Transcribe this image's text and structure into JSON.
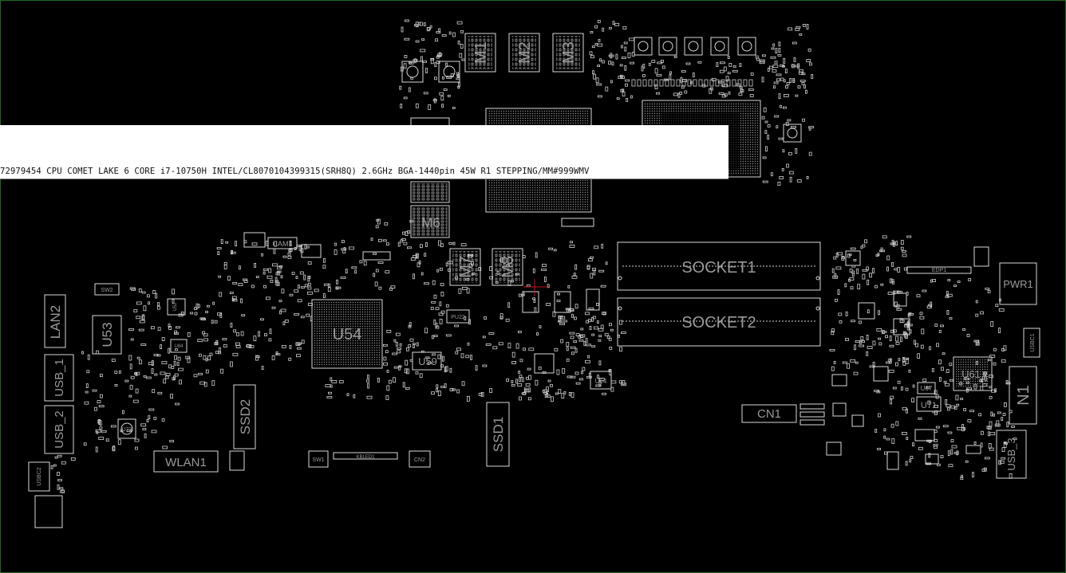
{
  "viewer": {
    "tooltip_text": "72979454 CPU COMET LAKE 6 CORE i7-10750H INTEL/CL8070104399315(SRH8Q) 2.6GHz BGA-1440pin 45W R1 STEPPING/MM#999WMV"
  },
  "colors": {
    "background": "#000000",
    "outline": "#d8d8d8",
    "label": "#9a9a9a",
    "cursor": "#c8141e",
    "tooltip_bg": "#ffffff"
  },
  "components": [
    {
      "id": "m1",
      "label": "M1"
    },
    {
      "id": "m2",
      "label": "M2"
    },
    {
      "id": "m3",
      "label": "M3"
    },
    {
      "id": "m6",
      "label": "M6"
    },
    {
      "id": "m7",
      "label": "M7"
    },
    {
      "id": "m8",
      "label": "M8"
    },
    {
      "id": "socket1",
      "label": "SOCKET1"
    },
    {
      "id": "socket2",
      "label": "SOCKET2"
    },
    {
      "id": "u54",
      "label": "U54"
    },
    {
      "id": "u53",
      "label": "U53"
    },
    {
      "id": "u59",
      "label": "U59"
    },
    {
      "id": "u61",
      "label": "U61"
    },
    {
      "id": "u64",
      "label": "U64"
    },
    {
      "id": "u71",
      "label": "U71"
    },
    {
      "id": "u67",
      "label": "U67"
    },
    {
      "id": "u73",
      "label": "U73"
    },
    {
      "id": "lan2",
      "label": "LAN2"
    },
    {
      "id": "usb1",
      "label": "USB_1"
    },
    {
      "id": "usb2",
      "label": "USB_2"
    },
    {
      "id": "usb3",
      "label": "USB_3"
    },
    {
      "id": "usbc2",
      "label": "USBC2"
    },
    {
      "id": "usbc1",
      "label": "USBC1"
    },
    {
      "id": "ssd1",
      "label": "SSD1"
    },
    {
      "id": "ssd2",
      "label": "SSD2"
    },
    {
      "id": "wlan1",
      "label": "WLAN1"
    },
    {
      "id": "cn1",
      "label": "CN1"
    },
    {
      "id": "cn2",
      "label": "CN2"
    },
    {
      "id": "n1",
      "label": "N1"
    },
    {
      "id": "pwr1",
      "label": "PWR1"
    },
    {
      "id": "cam1",
      "label": "CAM1"
    },
    {
      "id": "edp1",
      "label": "EDP1"
    },
    {
      "id": "sw1",
      "label": "SW1"
    },
    {
      "id": "sw2",
      "label": "SW2"
    },
    {
      "id": "kbled1",
      "label": "KBLED1"
    },
    {
      "id": "pu22",
      "label": "PU22"
    },
    {
      "id": "u52",
      "label": "U52"
    },
    {
      "id": "u84",
      "label": "U84"
    }
  ]
}
